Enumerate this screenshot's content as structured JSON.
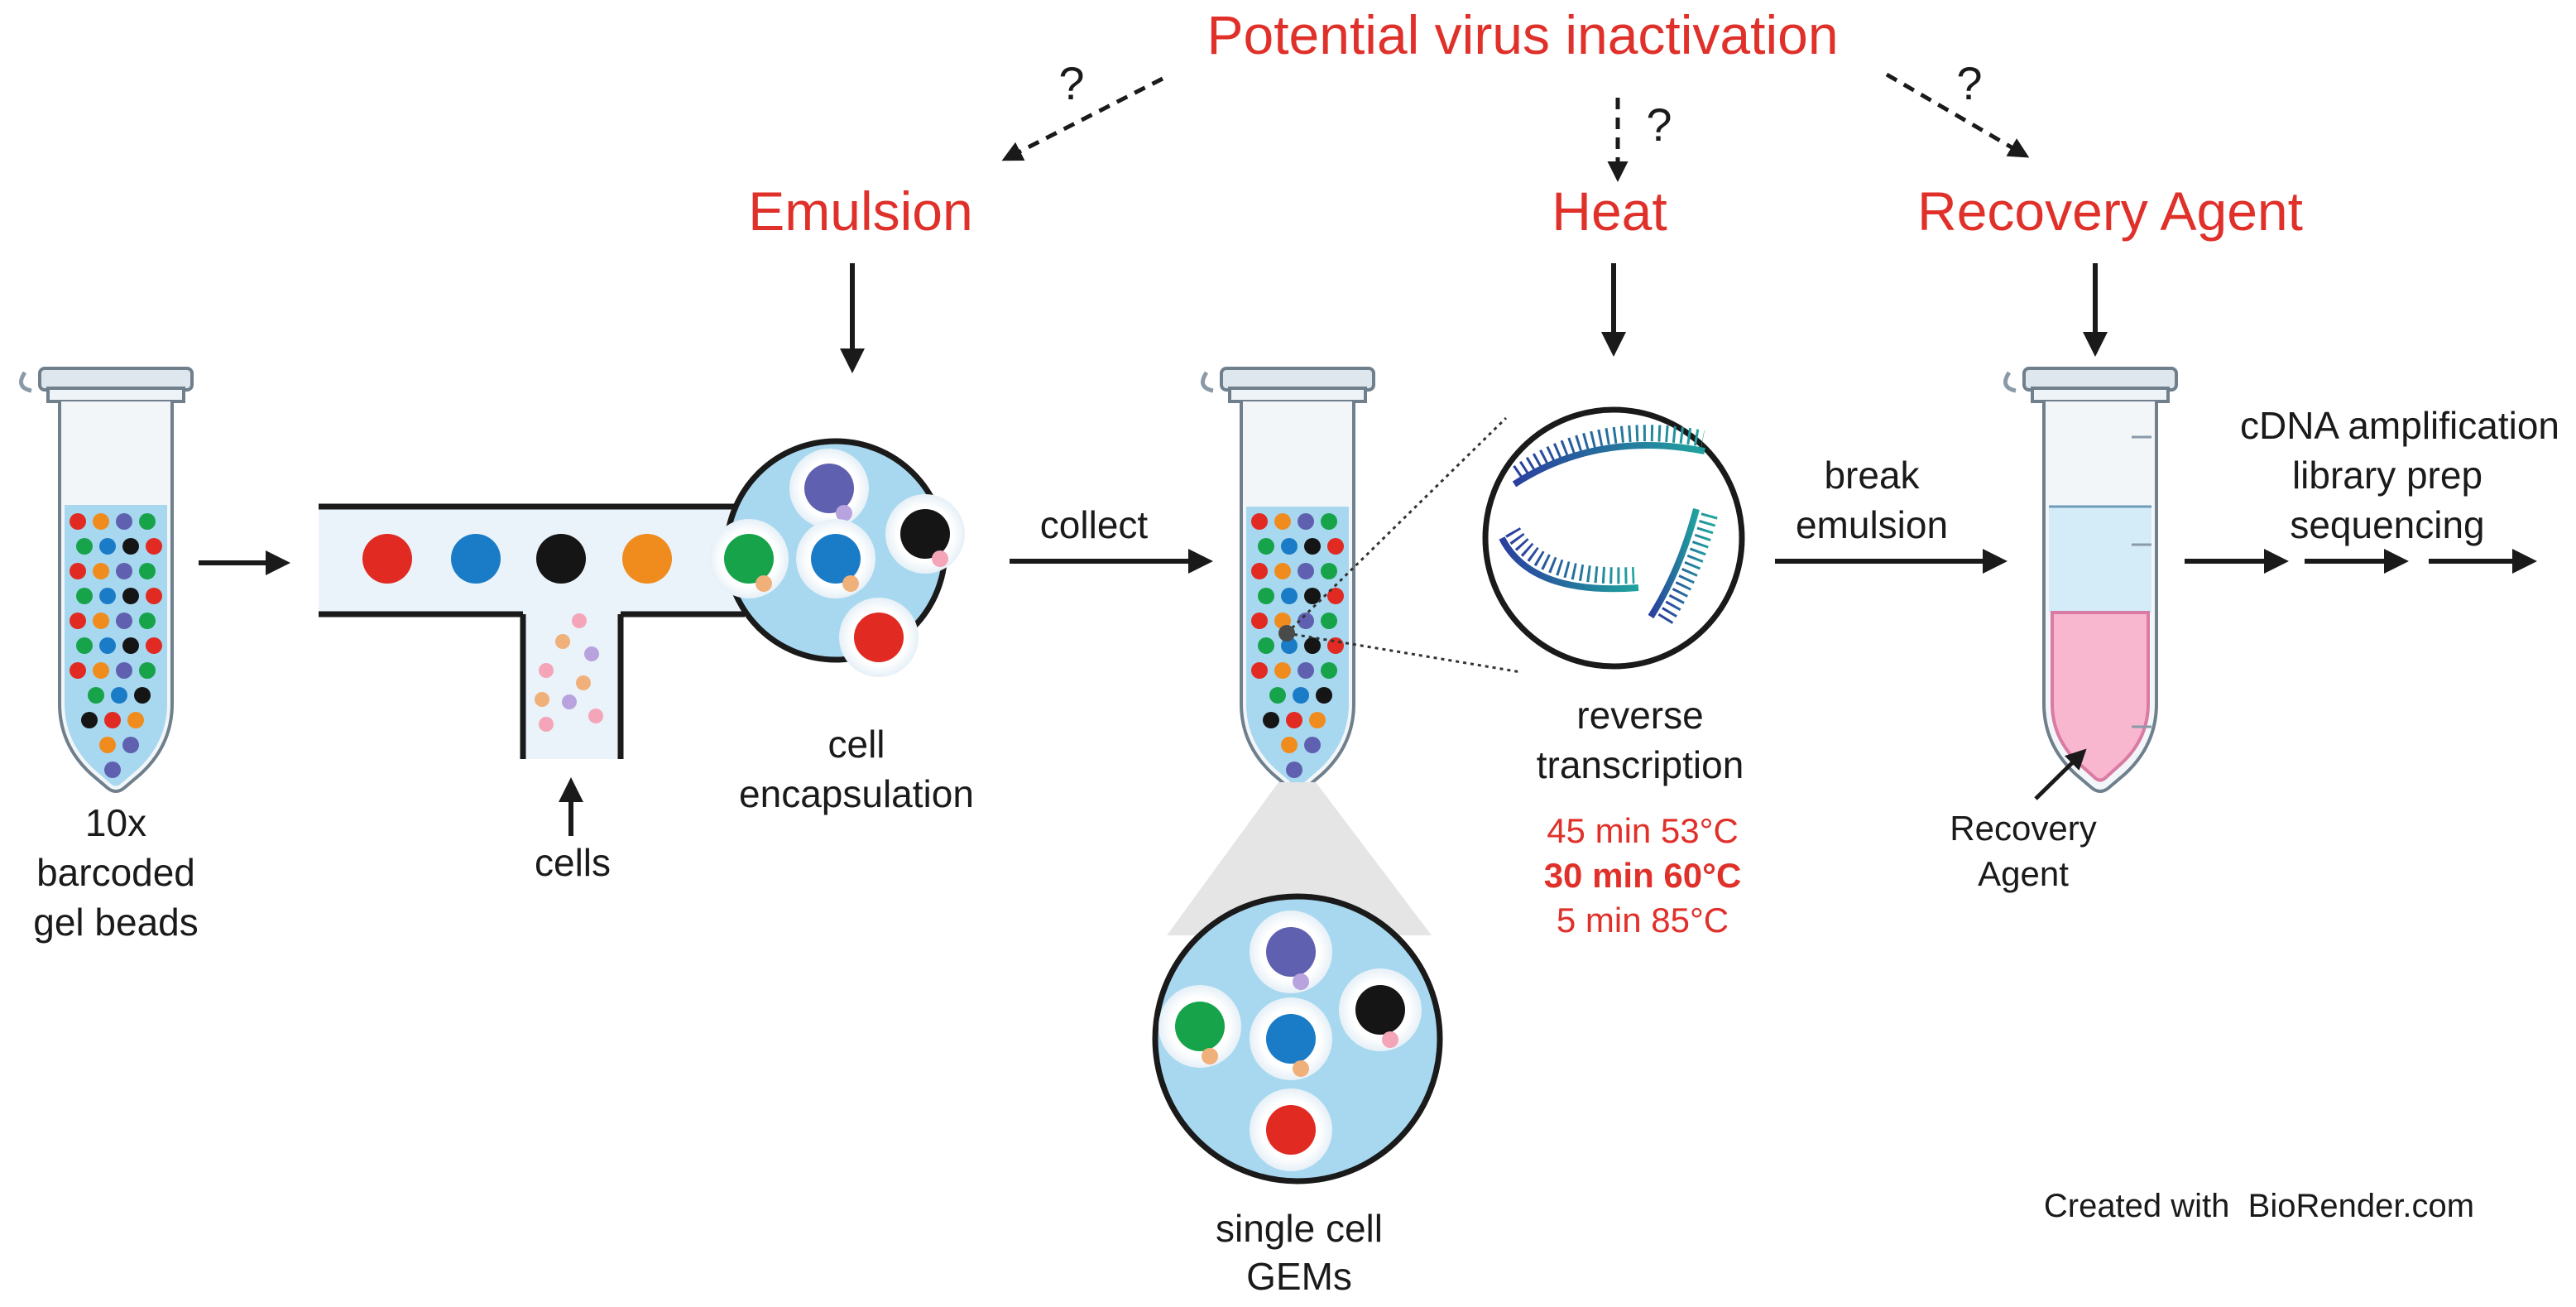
{
  "title": "Potential virus inactivation",
  "question_mark": "?",
  "stages": {
    "emulsion": "Emulsion",
    "heat": "Heat",
    "recovery": "Recovery Agent"
  },
  "labels": {
    "beads_line1": "10x",
    "beads_line2": "barcoded",
    "beads_line3": "gel beads",
    "cells": "cells",
    "encap_line1": "cell",
    "encap_line2": "encapsulation",
    "collect": "collect",
    "gems_line1": "single cell",
    "gems_line2": "GEMs",
    "rt_line1": "reverse",
    "rt_line2": "transcription",
    "rt_step1": "45 min 53°C",
    "rt_step2": "30 min 60°C",
    "rt_step3": "5 min 85°C",
    "break_line1": "break",
    "break_line2": "emulsion",
    "agent_line1": "Recovery",
    "agent_line2": "Agent",
    "down_line1": "cDNA amplification",
    "down_line2": "library prep",
    "down_line3": "sequencing",
    "credit": "Created with  BioRender.com"
  },
  "colors": {
    "accent_red": "#e0302a",
    "bead_red": "#e02a22",
    "bead_blue": "#1a7cc7",
    "bead_black": "#151515",
    "bead_orange": "#f08c1e",
    "bead_green": "#16a34a",
    "bead_purple": "#6060b0",
    "fluid_blue": "#a8d8ef",
    "recovery_pink": "#f9b7cf"
  }
}
